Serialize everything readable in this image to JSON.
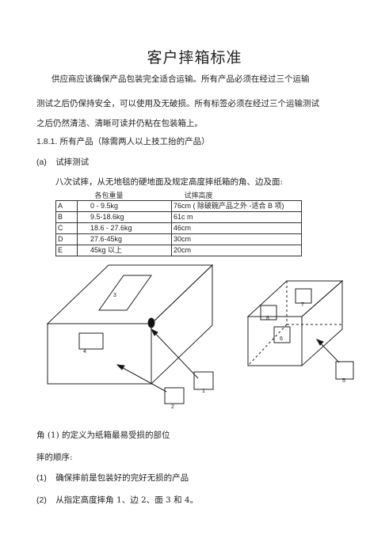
{
  "title": "客户摔箱标准",
  "intro": {
    "line1": "供应商应该确保产品包装完全适合运输。所有产品必须在经过三个运输",
    "line2": "测试之后仍保持安全，可以使用及无破损。所有标签必须在经过三个运输测试",
    "line3": "之后仍然清洁、清晰可读并仍粘在包装箱上。"
  },
  "section": {
    "number": "1.8.1.",
    "text": "所有产品（除需两人以上技工抬的产品）"
  },
  "subsection": {
    "label": "(a)",
    "text": "试摔测试"
  },
  "instruction": "八次试摔，从无地毯的硬地面及规定高度摔纸箱的角、边及面:",
  "table": {
    "headers": [
      "各包重量",
      "试摔高度"
    ],
    "rows": [
      {
        "grade": "A",
        "weight": "0 - 9.5kg",
        "height": "76cm ( 除破碗产品之外  -适合 B 项)"
      },
      {
        "grade": "B",
        "weight": "9.5-18.6kg",
        "height": "61c m"
      },
      {
        "grade": "C",
        "weight": "18.6 - 27.6kg",
        "height": "46cm"
      },
      {
        "grade": "D",
        "weight": "27.6-45kg",
        "height": "30cm"
      },
      {
        "grade": "E",
        "weight": "45kg  以上",
        "height": "20cm"
      }
    ]
  },
  "diagram_labels": {
    "l1": "1",
    "l2": "2",
    "l3": "3",
    "l4": "4",
    "l5": "5",
    "l6": "6",
    "l7": "7",
    "l8": "8"
  },
  "notes": {
    "line1": "角 (1) 的定义为纸箱最易受损的部位",
    "line2": "摔的顺序:",
    "item1_num": "(1)",
    "item1_text": "确保摔前是包装好的完好无损的产品",
    "item2_num": "(2)",
    "item2_text": "从指定高度摔角    1、边  2、面  3 和  4。"
  }
}
